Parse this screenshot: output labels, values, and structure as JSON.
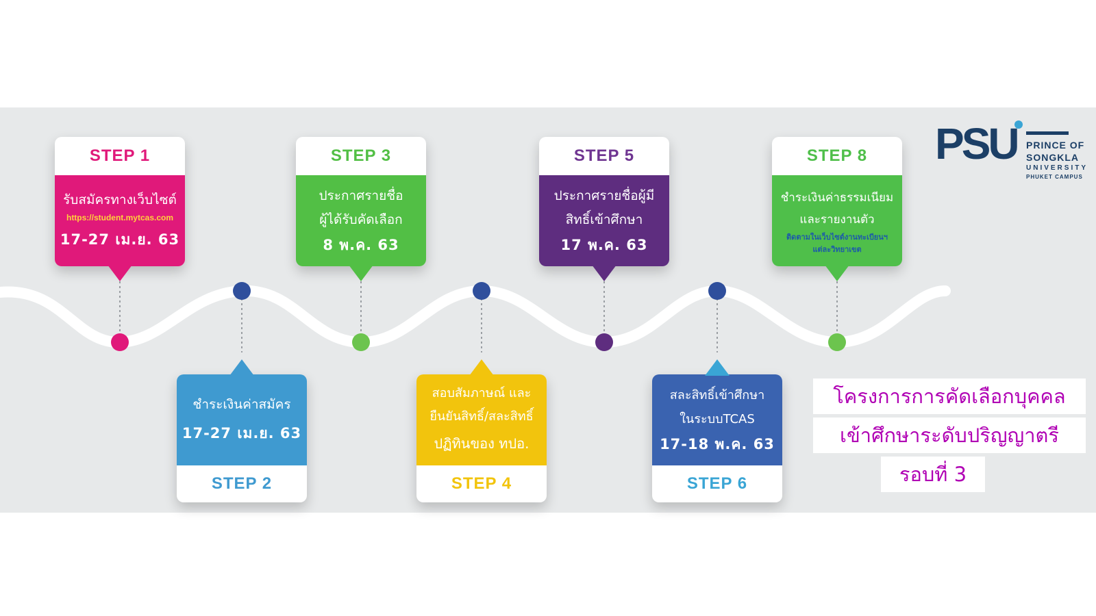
{
  "steps": [
    {
      "label": "STEP 1",
      "lines": [
        "รับสมัครทางเว็บไซต์"
      ],
      "url": "https://student.mytcas.com",
      "date": "17-27 เม.ย. 63",
      "color": "#e0197a",
      "label_color": "#e0197a"
    },
    {
      "label": "STEP 2",
      "lines": [
        "ชำระเงินค่าสมัคร"
      ],
      "date": "17-27 เม.ย. 63",
      "color": "#3f9ad0",
      "label_color": "#3f9ad0"
    },
    {
      "label": "STEP 3",
      "lines": [
        "ประกาศรายชื่อ",
        "ผู้ได้รับคัดเลือก"
      ],
      "date": "8 พ.ค. 63",
      "color": "#52bf45",
      "label_color": "#52bf45"
    },
    {
      "label": "STEP 4",
      "lines": [
        "สอบสัมภาษณ์ และ",
        "ยืนยันสิทธิ์/สละสิทธิ์",
        "ปฏิทินของ ทปอ."
      ],
      "color": "#f2c40d",
      "label_color": "#f2c40d"
    },
    {
      "label": "STEP 5",
      "lines": [
        "ประกาศรายชื่อผู้มี",
        "สิทธิ์เข้าศึกษา"
      ],
      "date": "17 พ.ค. 63",
      "color": "#5e2d7f",
      "label_color": "#6f3591"
    },
    {
      "label": "STEP 6",
      "lines": [
        "สละสิทธิ์เข้าศึกษา",
        "ในระบบTCAS"
      ],
      "date": "17-18 พ.ค. 63",
      "color": "#3a63b0",
      "label_color": "#3aa5d5"
    },
    {
      "label": "STEP 8",
      "lines": [
        "ชำระเงินค่าธรรมเนียม",
        "และรายงานตัว"
      ],
      "small": [
        "ติดตามในเว็บไซต์งานทะเบียนฯ",
        "แต่ละวิทยาเขต"
      ],
      "color": "#4fbf4a",
      "label_color": "#4fbf4a"
    }
  ],
  "timeline_dot_colors": {
    "node_pink": "#e0197a",
    "node_navy": "#2f4f9c",
    "node_green": "#6cc44e",
    "node_purple": "#5e2d7f"
  },
  "logo": {
    "mark_text": "PSU",
    "line1": "PRINCE OF",
    "line2": "SONGKLA",
    "line3": "UNIVERSITY",
    "line4": "PHUKET CAMPUS",
    "color": "#1c3f66"
  },
  "title": {
    "line1": "โครงการการคัดเลือกบุคคล",
    "line2": "เข้าศึกษาระดับปริญญาตรี",
    "line3": "รอบที่ 3",
    "color": "#b000b4"
  }
}
